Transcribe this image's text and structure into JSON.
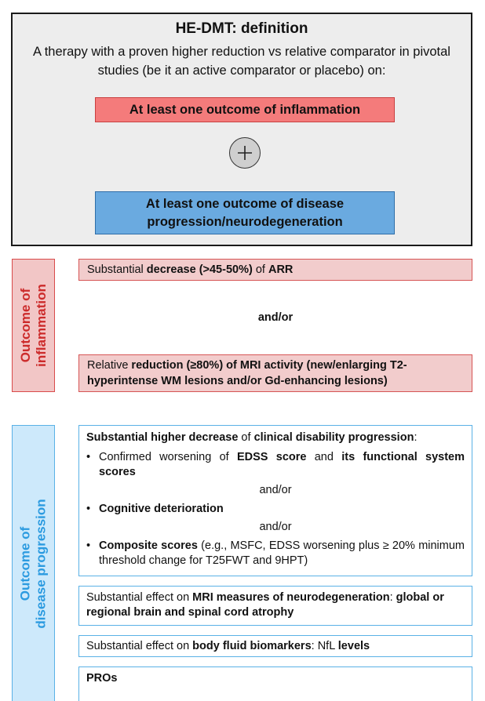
{
  "definition": {
    "title": "HE-DMT: definition",
    "text": "A therapy with a proven higher reduction vs relative comparator in pivotal studies (be it an active comparator or placebo) on:",
    "inflammation_banner": "At least one outcome of inflammation",
    "plus_symbol": "+",
    "progression_banner_line1": "At least one outcome of disease",
    "progression_banner_line2": "progression/neurodegeneration"
  },
  "inflammation": {
    "label_line1": "Outcome of",
    "label_line2": "inflammation",
    "arr": {
      "pre": "Substantial ",
      "bold": "decrease (>45-50%)",
      "mid": " of ",
      "bold2": "ARR"
    },
    "andor": "and/or",
    "mri": {
      "pre": "Relative ",
      "bold": "reduction (≥80%) of MRI activity (new/enlarging T2-hyperintense WM lesions and/or Gd-enhancing lesions)"
    }
  },
  "progression": {
    "label_line1": "Outcome of",
    "label_line2": "disease progression",
    "clinical": {
      "heading_bold1": "Substantial higher decrease",
      "heading_mid": " of ",
      "heading_bold2": "clinical disability progression",
      "heading_end": ":",
      "bullet_symbol": "•",
      "item1_pre": "Confirmed worsening of ",
      "item1_bold1": "EDSS score",
      "item1_mid": " and ",
      "item1_bold2": "its functional system scores",
      "andor_a": "and/or",
      "item2_bold": "Cognitive deterioration",
      "andor_b": "and/or",
      "item3_bold": "Composite scores",
      "item3_rest": " (e.g., MSFC, EDSS worsening plus ≥ 20% minimum threshold change for T25FWT and 9HPT)"
    },
    "neuro": {
      "pre": "Substantial effect on ",
      "bold1": "MRI measures of neurodegeneration",
      "mid": ": ",
      "bold2": "global or regional brain and spinal cord atrophy"
    },
    "fluid": {
      "pre": "Substantial effect on ",
      "bold1": "body fluid biomarkers",
      "mid": ": NfL ",
      "bold2": "levels"
    },
    "pros": "PROs"
  },
  "colors": {
    "inflammation_banner": "#f47b7b",
    "progression_banner": "#6aaae0",
    "inflammation_label_text": "#cc2b2b",
    "progression_label_text": "#2c9be0"
  }
}
